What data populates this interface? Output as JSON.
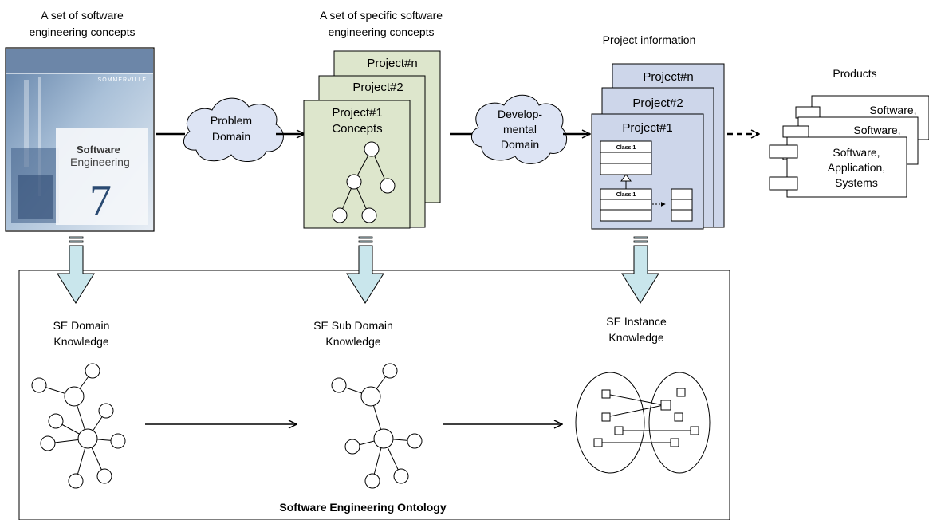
{
  "top": {
    "col1_caption": [
      "A set of software",
      "engineering concepts"
    ],
    "col2_caption": [
      "A set of specific software",
      "engineering concepts"
    ],
    "col3_caption": "Project information",
    "col4_caption": "Products"
  },
  "book": {
    "author": "SOMMERVILLE",
    "title_line1": "Software",
    "title_line2": "Engineering",
    "edition": "7"
  },
  "clouds": {
    "problem": [
      "Problem",
      "Domain"
    ],
    "developmental": [
      "Develop-",
      "mental",
      "Domain"
    ]
  },
  "concept_cards": {
    "back": "Project#n",
    "middle": "Project#2",
    "front": [
      "Project#1",
      "Concepts"
    ]
  },
  "project_cards": {
    "back": "Project#n",
    "middle": "Project#2",
    "front": "Project#1",
    "class_label_1": "Class 1",
    "class_label_2": "Class 1"
  },
  "products": {
    "back": "Software,",
    "middle": "Software,",
    "front": [
      "Software,",
      "Application,",
      "Systems"
    ]
  },
  "ontology": {
    "domain_label": [
      "SE Domain",
      "Knowledge"
    ],
    "subdomain_label": [
      "SE Sub Domain",
      "Knowledge"
    ],
    "instance_label": [
      "SE Instance",
      "Knowledge"
    ],
    "title": "Software Engineering Ontology"
  },
  "colors": {
    "concept_fill": "#dde6cc",
    "project_fill": "#cdd6ea",
    "cloud_fill": "#dde4f4",
    "down_arrow_fill": "#c9e6ec",
    "book_blue": "#6c86a8"
  }
}
